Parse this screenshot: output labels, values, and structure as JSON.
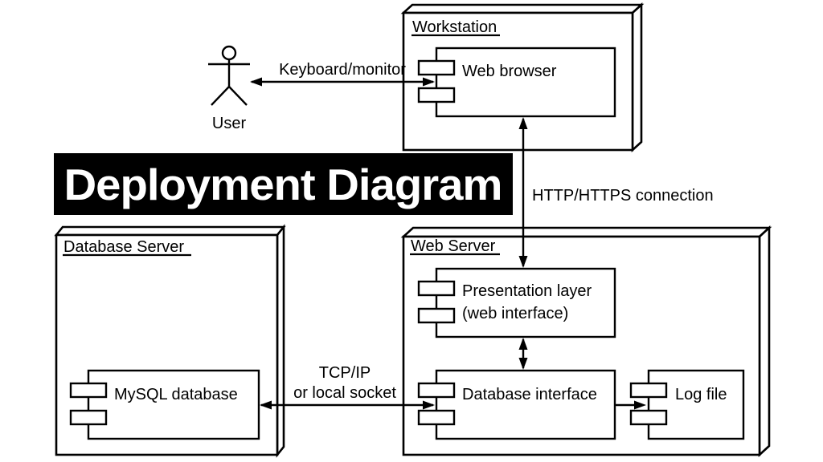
{
  "title": {
    "text": "Deployment Diagram"
  },
  "colors": {
    "ink": "#000000",
    "paper": "#ffffff",
    "title_bg": "#000000",
    "title_fg": "#ffffff"
  },
  "actor": {
    "label": "User"
  },
  "nodes": {
    "workstation": {
      "label": "Workstation"
    },
    "web_server": {
      "label": "Web Server"
    },
    "database_server": {
      "label": "Database Server"
    }
  },
  "components": {
    "web_browser": {
      "label": "Web browser"
    },
    "presentation_layer": {
      "line1": "Presentation layer",
      "line2": "(web interface)"
    },
    "database_interface": {
      "label": "Database interface"
    },
    "log_file": {
      "label": "Log file"
    },
    "mysql_database": {
      "label": "MySQL database"
    }
  },
  "connections": {
    "keyboard_monitor": {
      "label": "Keyboard/monitor"
    },
    "http_https": {
      "label": "HTTP/HTTPS connection"
    },
    "tcp_ip": {
      "line1": "TCP/IP",
      "line2": "or local socket"
    }
  }
}
